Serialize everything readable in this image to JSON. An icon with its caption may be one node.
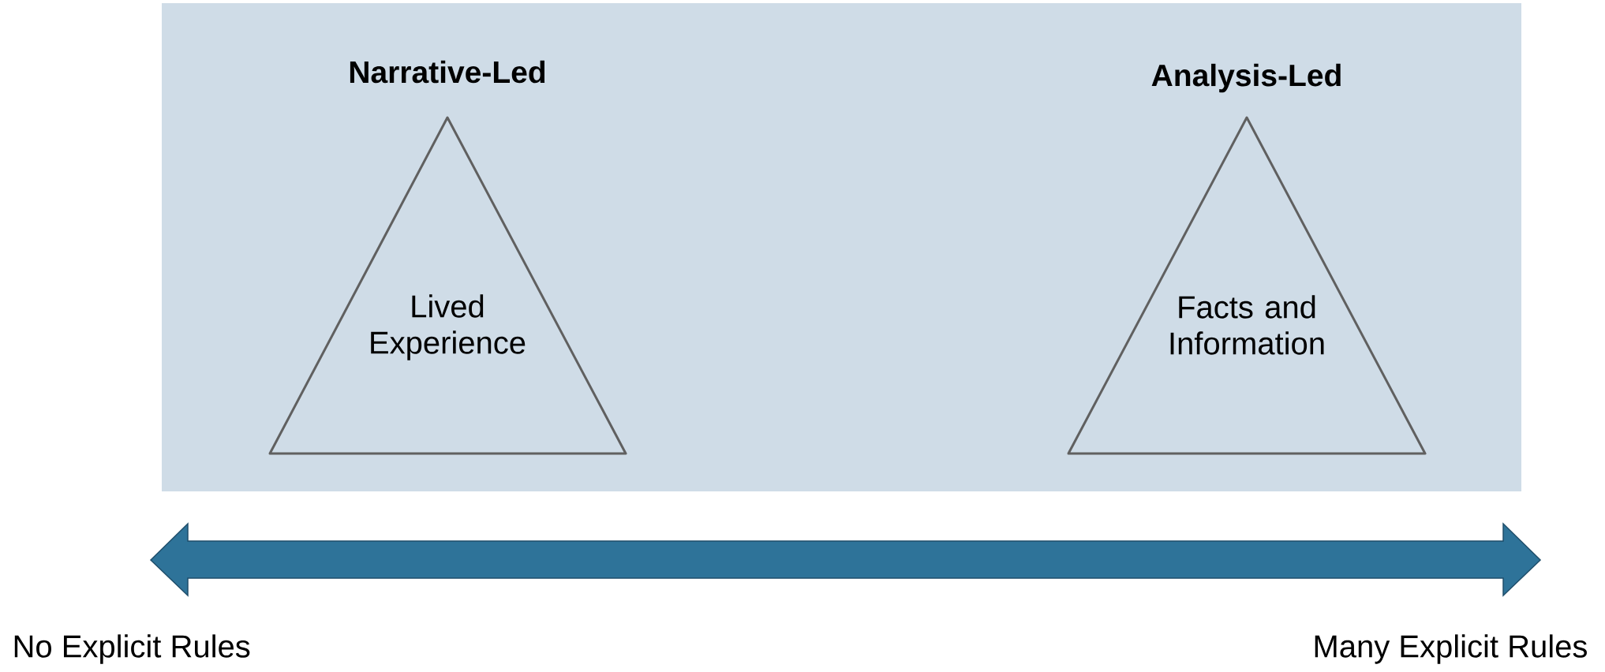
{
  "diagram": {
    "nodes": [
      {
        "text": [
          "Narrative-Led",
          "Lived Experience"
        ]
      },
      {
        "text": [
          "Analysis-Led",
          "Facts and Information"
        ]
      }
    ],
    "labels": [
      "No Explicit Rules",
      "Many Explicit Rules"
    ]
  }
}
